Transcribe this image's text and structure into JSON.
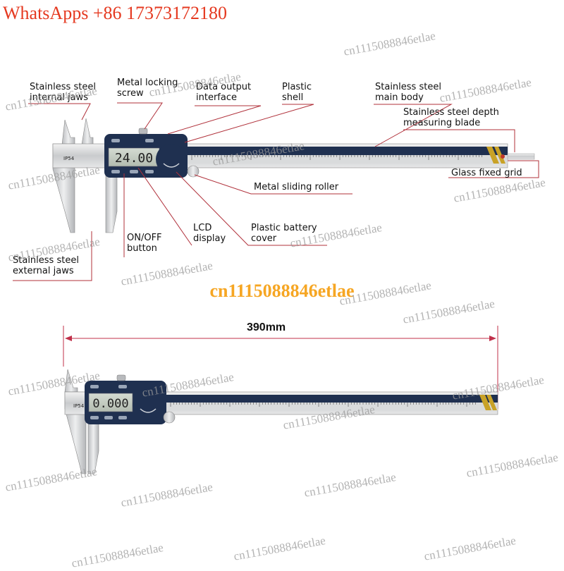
{
  "contact_text": "WhatsApps +86 17373172180",
  "center_watermark": "cn1115088846etlae",
  "watermark_text": "cn1115088846etlae",
  "dimension_label": "390mm",
  "labels": {
    "internal_jaws": "Stainless steel\ninternal jaws",
    "locking_screw": "Metal locking\nscrew",
    "data_output": "Data output\ninterface",
    "plastic_shell": "Plastic\nshell",
    "main_body": "Stainless steel\nmain body",
    "depth_blade": "Stainless steel depth\nmeasuring blade",
    "glass_grid": "Glass fixed grid",
    "sliding_roller": "Metal sliding roller",
    "external_jaws": "Stainless steel\nexternal jaws",
    "on_off": "ON/OFF\nbutton",
    "lcd_display": "LCD\ndisplay",
    "battery_cover": "Plastic battery\ncover"
  },
  "device": {
    "ip_rating": "IP54",
    "lcd_reading_top": "24.00",
    "lcd_reading_bottom": "0.000"
  },
  "colors": {
    "callout_line": "#b0303a",
    "accent_red": "#e53920",
    "watermark_orange": "#f6a623",
    "body_navy": "#1f3050"
  }
}
